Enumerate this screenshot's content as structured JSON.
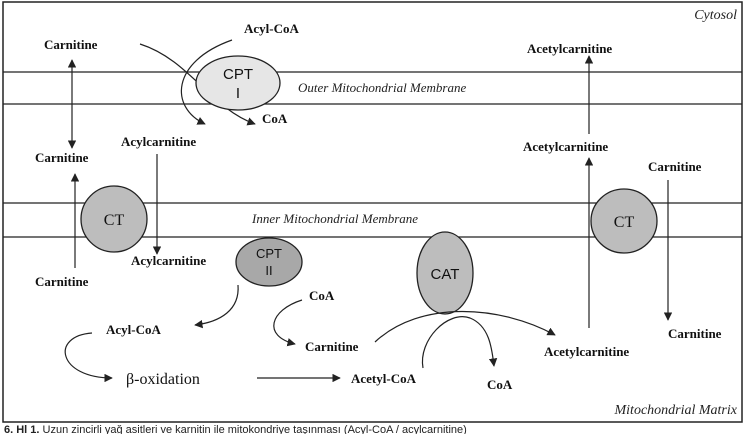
{
  "regions": {
    "cytosol": "Cytosol",
    "matrix": "Mitochondrial Matrix",
    "outer_membrane": "Outer Mitochondrial Membrane",
    "inner_membrane": "Inner Mitochondrial Membrane"
  },
  "enzymes": {
    "cpt1_line1": "CPT",
    "cpt1_line2": "I",
    "ct_left": "CT",
    "ct_right": "CT",
    "cpt2_line1": "CPT",
    "cpt2_line2": "II",
    "cat": "CAT"
  },
  "labels": {
    "acyl_coa_top": "Acyl-CoA",
    "carnitine_top_left": "Carnitine",
    "acetylcarnitine_top_right": "Acetylcarnitine",
    "coa_top": "CoA",
    "acylcarnitine_mid": "Acylcarnitine",
    "carnitine_mid_left": "Carnitine",
    "acetylcarnitine_mid_right": "Acetylcarnitine",
    "carnitine_mid_right": "Carnitine",
    "carnitine_low_left": "Carnitine",
    "acylcarnitine_low": "Acylcarnitine",
    "coa_mid": "CoA",
    "acyl_coa_low": "Acyl-CoA",
    "carnitine_matrix": "Carnitine",
    "acetylcarnitine_matrix": "Acetylcarnitine",
    "carnitine_low_right": "Carnitine",
    "beta_oxidation": "β-oxidation",
    "acetyl_coa": "Acetyl-CoA",
    "coa_bottom": "CoA"
  },
  "caption": {
    "figure_no": "6. Hl 1.",
    "text": "Uzun zincirli yağ asitleri ve karnitin ile mitokondriye taşınması (Acyl-CoA / acylcarnitine)"
  },
  "colors": {
    "ellipse_light": "#e6e6e6",
    "ellipse_mid": "#bdbdbd",
    "ellipse_dark": "#a8a8a8",
    "line": "#222222"
  }
}
